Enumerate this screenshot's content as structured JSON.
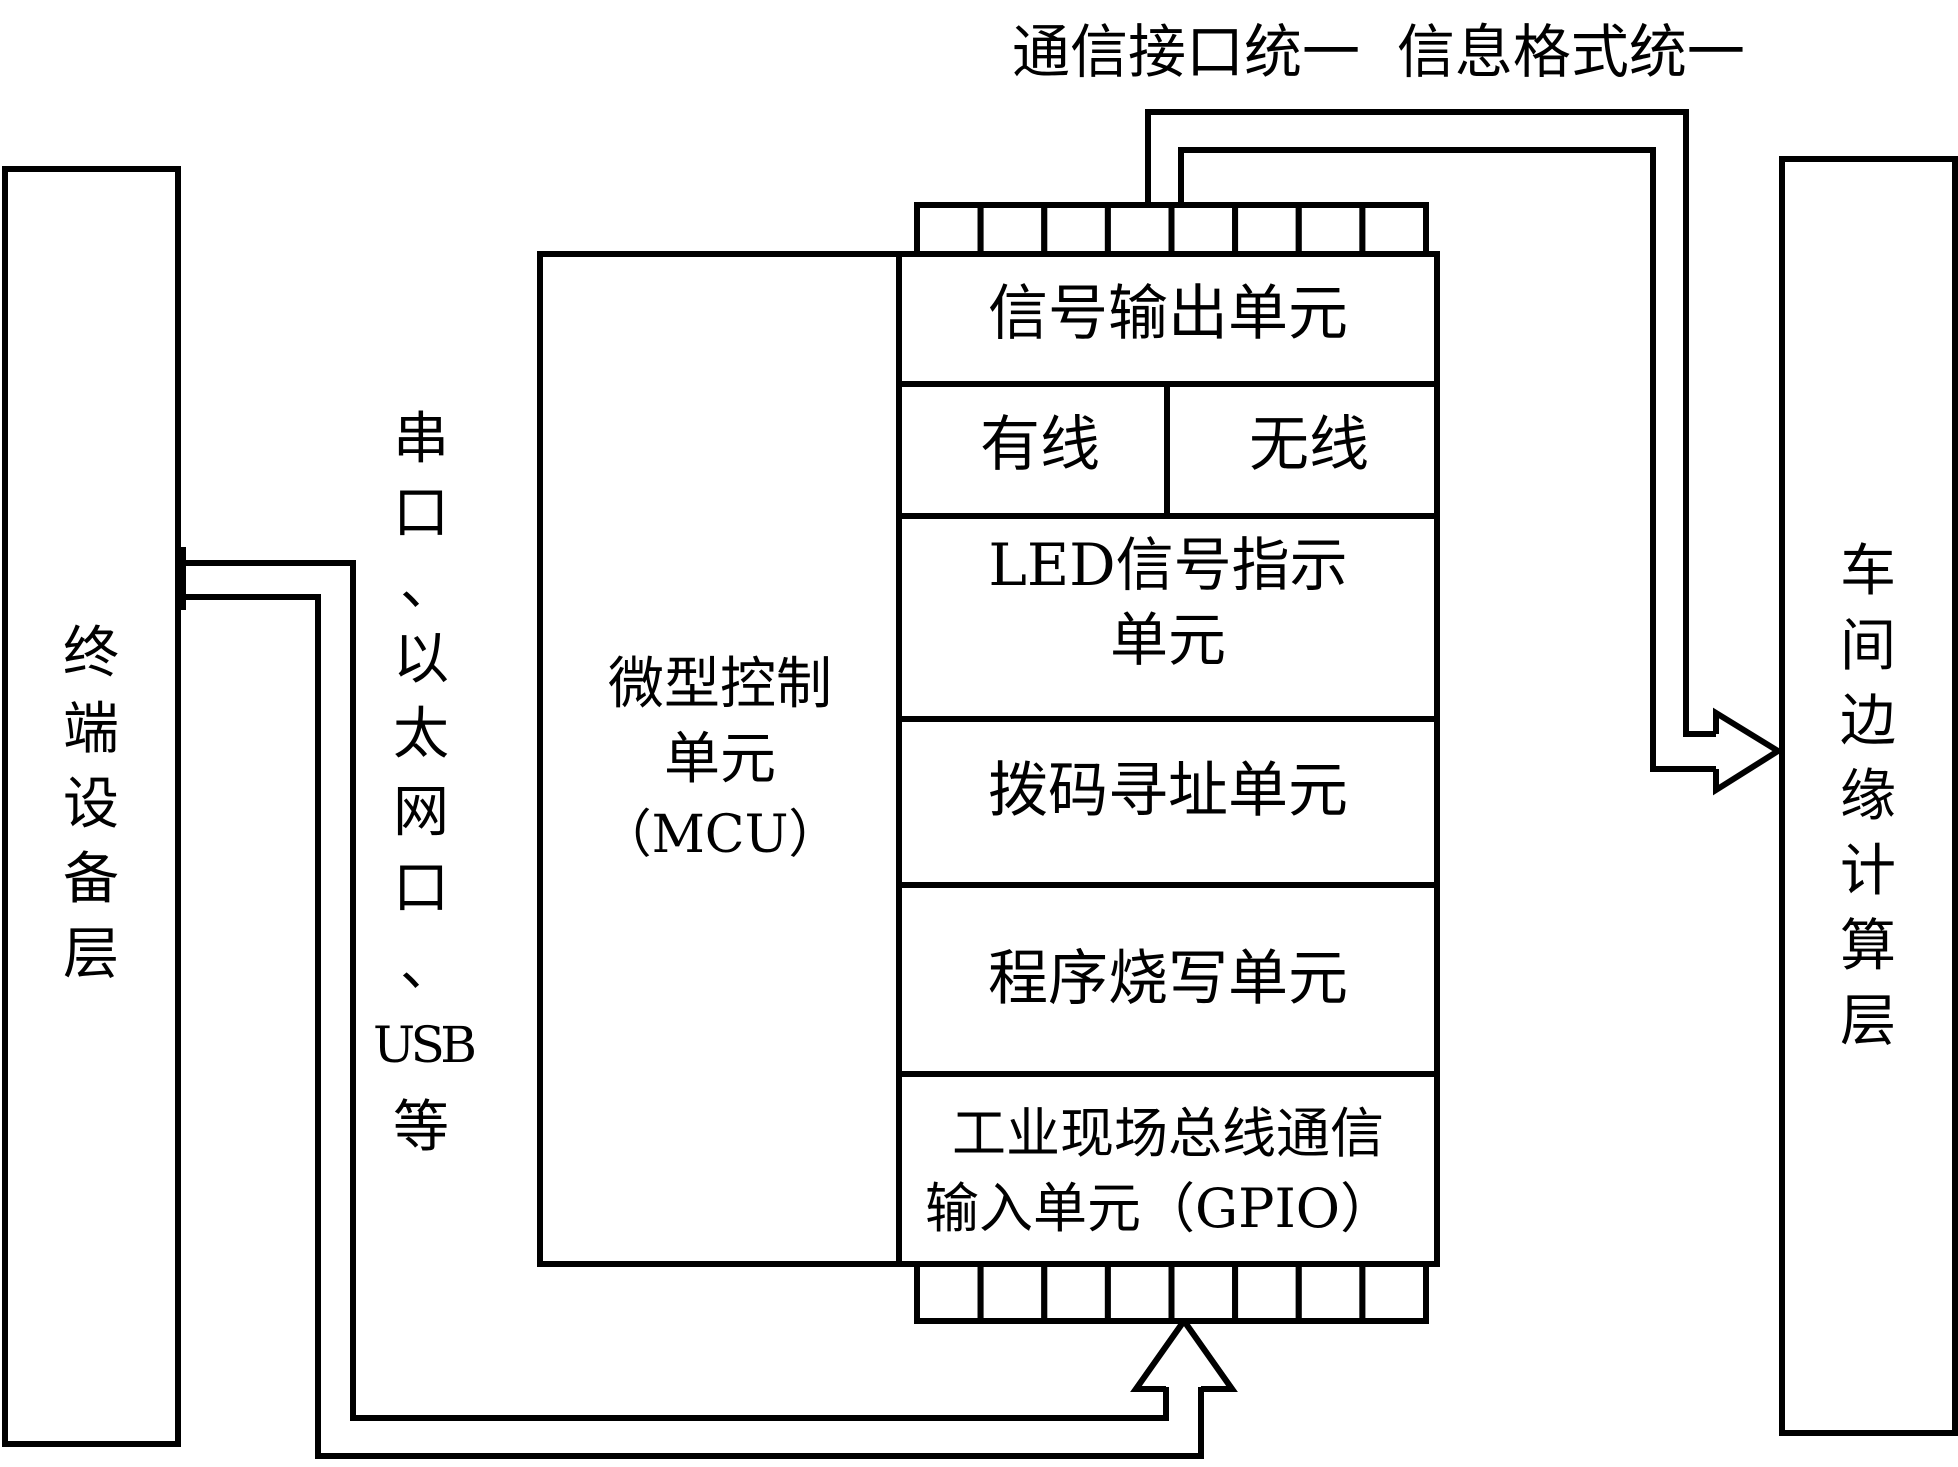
{
  "diagram": {
    "title": "通信接口统一  信息格式统一",
    "terminal_layer": {
      "label_chars": [
        "终",
        "端",
        "设",
        "备",
        "层"
      ]
    },
    "edge_layer": {
      "label_chars": [
        "车",
        "间",
        "边",
        "缘",
        "计",
        "算",
        "层"
      ]
    },
    "interface_label": {
      "chars": [
        "串",
        "口",
        "、",
        "以",
        "太",
        "网",
        "口",
        "、",
        "USB",
        "等"
      ]
    },
    "mcu": {
      "lines": [
        "微型控制",
        "单元",
        "（MCU）"
      ]
    },
    "units": {
      "signal_output": "信号输出单元",
      "wired": "有线",
      "wireless": "无线",
      "led_line1": "LED信号指示",
      "led_line2": "单元",
      "dip_address": "拨码寻址单元",
      "program_burn": "程序烧写单元",
      "fieldbus_line1": "工业现场总线通信",
      "fieldbus_line2": "输入单元（GPIO）"
    },
    "connector_pins": {
      "top_count": 8,
      "bottom_count": 8
    },
    "colors": {
      "stroke": "#000000",
      "background": "#ffffff"
    }
  }
}
